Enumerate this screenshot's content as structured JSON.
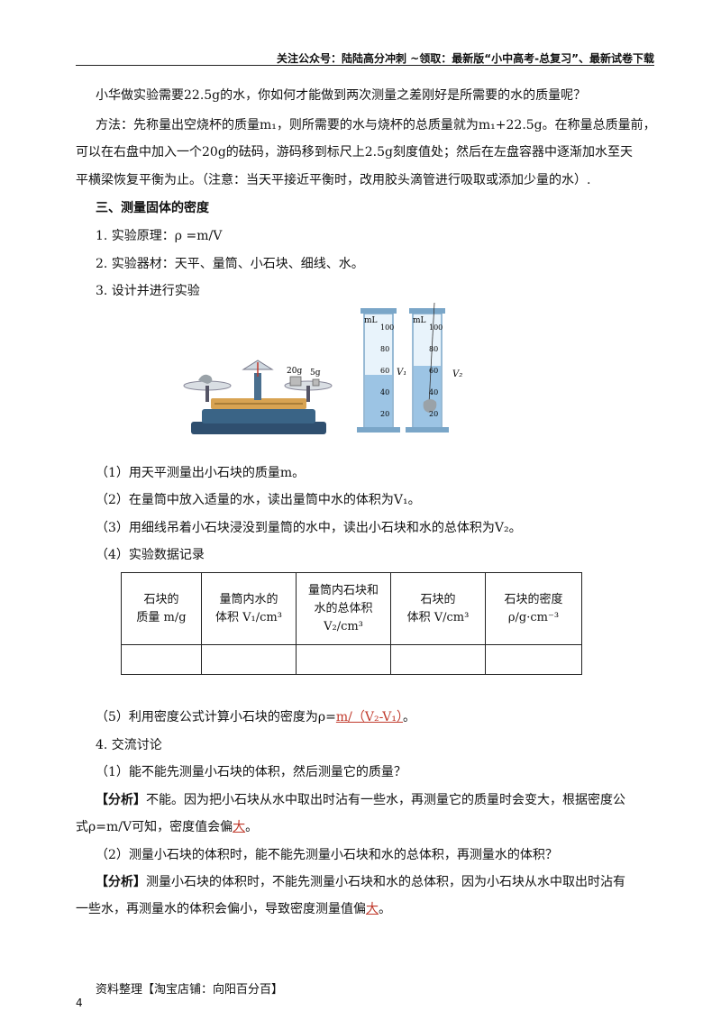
{
  "header": {
    "text": "关注公众号：陆陆高分冲刺 ~领取：最新版“小中高考-总复习”、最新试卷下载"
  },
  "intro": {
    "question": "小华做实验需要22.5g的水，你如何才能做到两次测量之差刚好是所需要的水的质量呢？",
    "method_l1": "方法：先称量出空烧杯的质量m₁，则所需要的水与烧杯的总质量就为m₁+22.5g。在称量总质量前，",
    "method_l2": "可以在右盘中加入一个20g的砝码，游码移到标尺上2.5g刻度值处；然后在左盘容器中逐渐加水至天",
    "method_l3": "平横梁恢复平衡为止。（注意：当天平接近平衡时，改用胶头滴管进行吸取或添加少量的水）."
  },
  "section3": {
    "title": "三、测量固体的密度",
    "item1": "1. 实验原理：ρ =m/V",
    "item2": "2. 实验器材：天平、量筒、小石块、细线、水。",
    "item3": "3. 设计并进行实验"
  },
  "figure": {
    "w20": "20g",
    "w5": "5g",
    "ml": "mL",
    "ticks": [
      "100",
      "80",
      "60",
      "40",
      "20"
    ],
    "v1": "V₁",
    "v2": "V₂"
  },
  "steps": {
    "s1": "（1）用天平测量出小石块的质量m。",
    "s2": "（2）在量筒中放入适量的水，读出量筒中水的体积为V₁。",
    "s3": "（3）用细线吊着小石块浸没到量筒的水中，读出小石块和水的总体积为V₂。",
    "s4": "（4）实验数据记录"
  },
  "table": {
    "h1a": "石块的",
    "h1b": "质量 m/g",
    "h2a": "量筒内水的",
    "h2b": "体积 V₁/cm³",
    "h3a": "量筒内石块和",
    "h3b": "水的总体积",
    "h3c": "V₂/cm³",
    "h4a": "石块的",
    "h4b": "体积 V/cm³",
    "h5a": "石块的密度",
    "h5b": "ρ/g·cm⁻³"
  },
  "step5": {
    "prefix": "（5）利用密度公式计算小石块的密度为ρ=",
    "answer": "m/（V₂-V₁）",
    "suffix": "。"
  },
  "section4": {
    "title": "4. 交流讨论",
    "q1": "（1）能不能先测量小石块的体积，然后测量它的质量？",
    "a1_label": "【分析】",
    "a1_l1": "不能。因为把小石块从水中取出时沾有一些水，再测量它的质量时会变大，根据密度公",
    "a1_l2_pre": "式ρ=m/V可知，密度值会偏",
    "a1_ans": "大",
    "a1_l2_post": "。",
    "q2": "（2）测量小石块的体积时，能不能先测量小石块和水的总体积，再测量水的体积？",
    "a2_label": "【分析】",
    "a2_l1": "测量小石块的体积时，不能先测量小石块和水的总体积，因为小石块从水中取出时沾有",
    "a2_l2_pre": "一些水，再测量水的体积会偏小，导致密度测量值偏",
    "a2_ans": "大",
    "a2_l2_post": "。"
  },
  "footer": {
    "text": "资料整理【淘宝店铺：向阳百分百】",
    "page": "4"
  }
}
